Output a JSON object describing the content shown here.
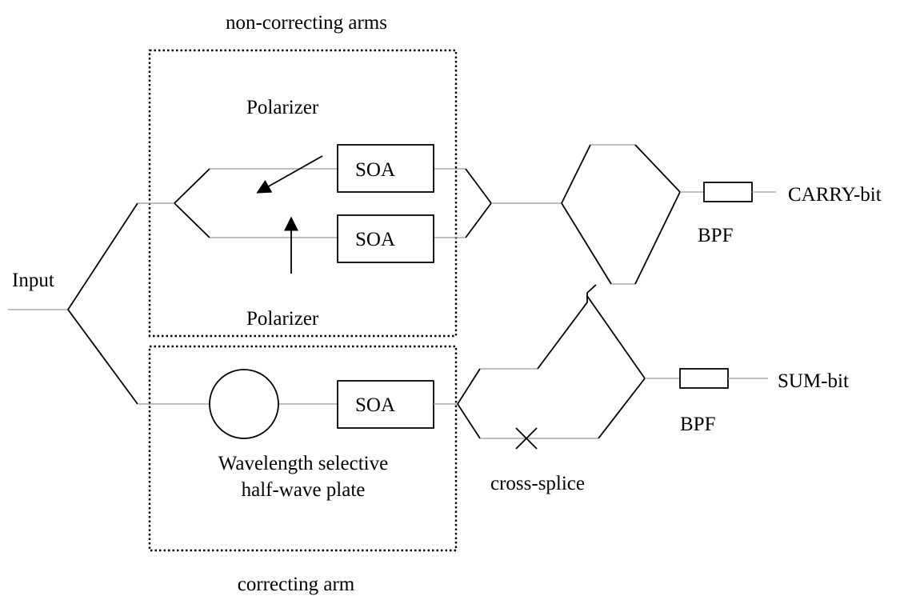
{
  "labels": {
    "top_caption": "non-correcting arms",
    "bottom_caption": "correcting arm",
    "polarizer_top": "Polarizer",
    "polarizer_bottom": "Polarizer",
    "soa_1": "SOA",
    "soa_2": "SOA",
    "soa_3": "SOA",
    "input": "Input",
    "carry": "CARRY-bit",
    "sum": "SUM-bit",
    "bpf_1": "BPF",
    "bpf_2": "BPF",
    "wavelength_line1": "Wavelength selective",
    "wavelength_line2": "half-wave plate",
    "cross_splice": "cross-splice"
  }
}
